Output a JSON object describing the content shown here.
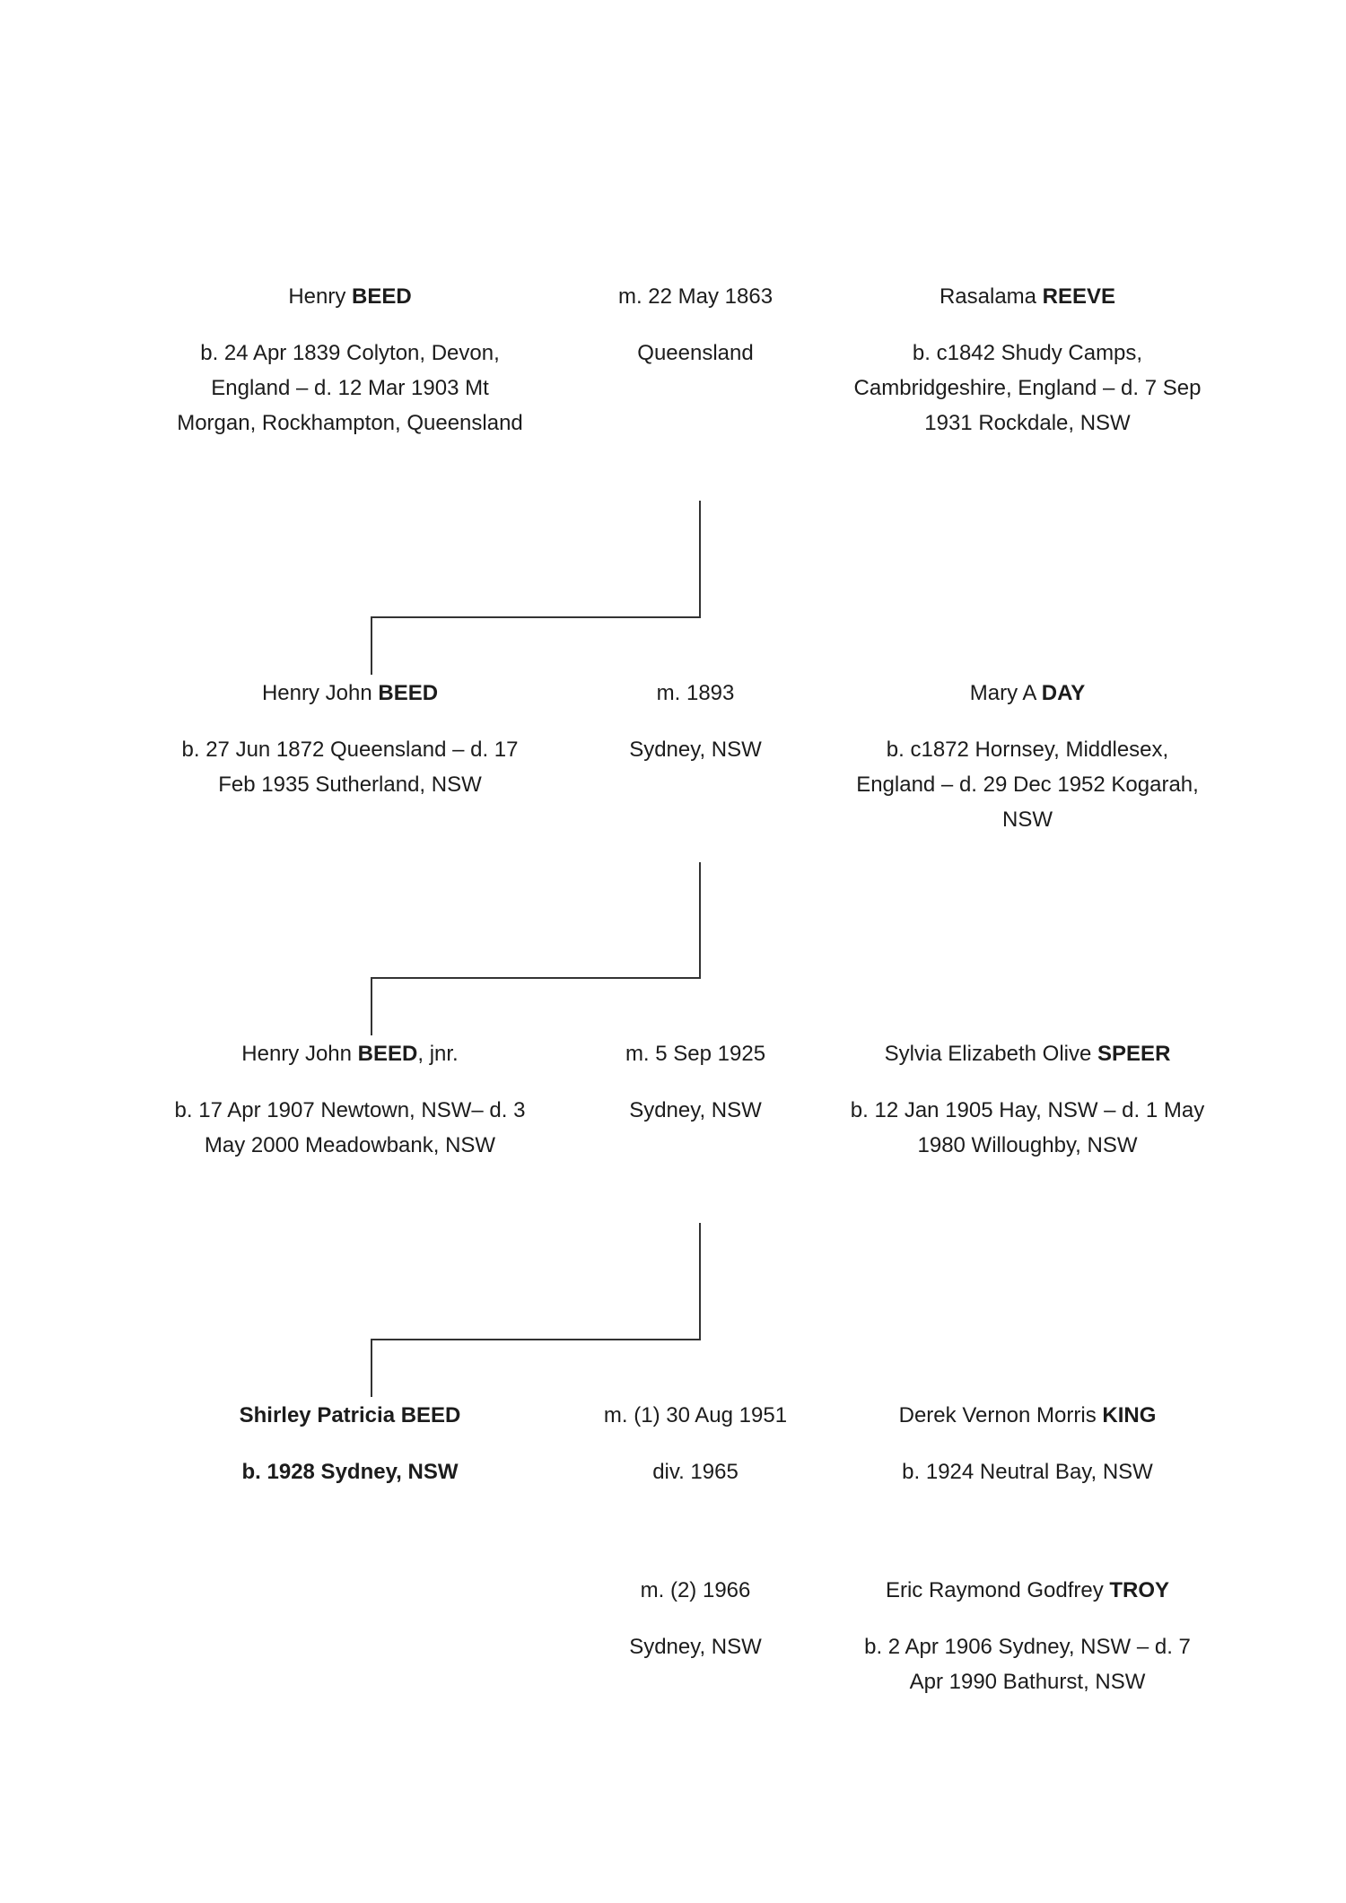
{
  "generations": [
    {
      "left": {
        "given": "Henry ",
        "surname": "BEED",
        "after": "",
        "bold_all": false,
        "details": "b. 24 Apr 1839 Colyton, Devon, England – d. 12 Mar 1903 Mt Morgan, Rockhampton, Queensland"
      },
      "marriage": {
        "line1": "m. 22 May 1863",
        "line2": "Queensland"
      },
      "right": {
        "given": "Rasalama ",
        "surname": "REEVE",
        "after": "",
        "details": "b. c1842 Shudy Camps, Cambridgeshire, England – d. 7 Sep 1931 Rockdale, NSW"
      }
    },
    {
      "left": {
        "given": "Henry John ",
        "surname": "BEED",
        "after": "",
        "bold_all": false,
        "details": "b. 27 Jun 1872 Queensland – d. 17 Feb 1935 Sutherland, NSW"
      },
      "marriage": {
        "line1": "m. 1893",
        "line2": "Sydney, NSW"
      },
      "right": {
        "given": "Mary A ",
        "surname": "DAY",
        "after": "",
        "details": "b. c1872 Hornsey, Middlesex, England – d. 29 Dec 1952 Kogarah, NSW"
      }
    },
    {
      "left": {
        "given": "Henry John ",
        "surname": "BEED",
        "after": ", jnr.",
        "bold_all": false,
        "details": "b. 17 Apr 1907 Newtown, NSW– d. 3 May 2000 Meadowbank, NSW"
      },
      "marriage": {
        "line1": "m. 5 Sep 1925",
        "line2": "Sydney, NSW"
      },
      "right": {
        "given": "Sylvia Elizabeth Olive ",
        "surname": "SPEER",
        "after": "",
        "details": "b. 12 Jan 1905 Hay, NSW – d. 1 May 1980 Willoughby, NSW"
      }
    },
    {
      "left": {
        "given": "Shirley Patricia BEED",
        "surname": "",
        "after": "",
        "bold_all": true,
        "details": "b. 1928 Sydney, NSW"
      },
      "marriage": {
        "line1": "m. (1) 30 Aug 1951",
        "line2": "div. 1965"
      },
      "right": {
        "given": "Derek Vernon Morris ",
        "surname": "KING",
        "after": "",
        "details": "b. 1924 Neutral Bay, NSW"
      }
    }
  ],
  "second_marriage": {
    "marriage": {
      "line1": "m. (2) 1966",
      "line2": "Sydney, NSW"
    },
    "right": {
      "given": "Eric Raymond Godfrey ",
      "surname": "TROY",
      "after": "",
      "details": "b. 2 Apr 1906 Sydney, NSW – d. 7 Apr 1990 Bathurst, NSW"
    }
  },
  "colors": {
    "text": "#1c1c1c",
    "line": "#333333",
    "background": "#ffffff"
  }
}
